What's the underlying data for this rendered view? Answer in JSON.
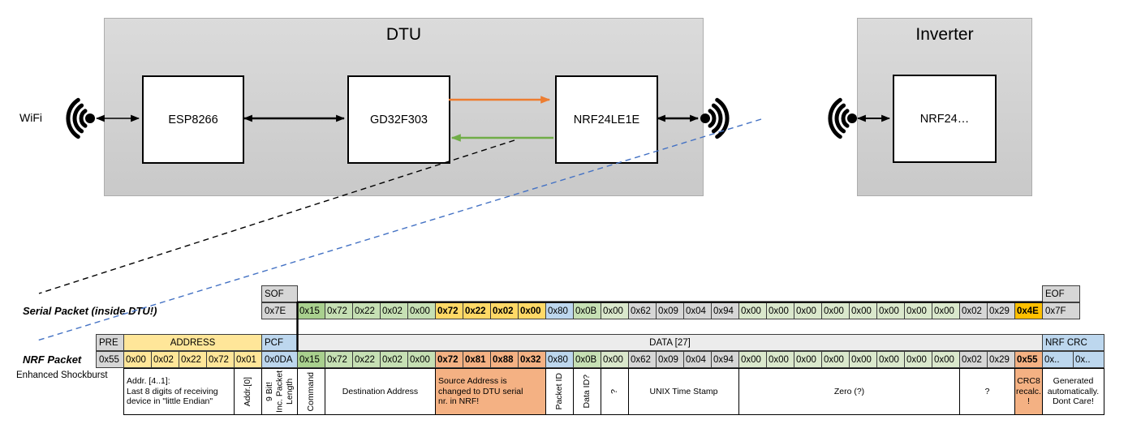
{
  "palette": {
    "gray_cell": "#D6D6D6",
    "banner": "#ECECEC",
    "green_dark": "#A9D08E",
    "green_mid": "#C6E0B4",
    "green_pale": "#DAE8CC",
    "yellow": "#FFE699",
    "yellow_bold": "#FFD966",
    "gold": "#FFC000",
    "blue": "#BDD7EE",
    "salmon": "#F4B183",
    "orange_arrow": "#ED7D31",
    "green_arrow": "#70AD47",
    "blue_dash": "#4472C4"
  },
  "diagram": {
    "wifi_label": "WiFi",
    "dtu": {
      "title": "DTU",
      "components": [
        {
          "label": "ESP8266"
        },
        {
          "label": "GD32F303"
        },
        {
          "label": "NRF24LE1E"
        }
      ]
    },
    "inverter": {
      "title": "Inverter",
      "components": [
        {
          "label": "NRF24…"
        }
      ]
    }
  },
  "serial_packet": {
    "label": "Serial Packet (inside DTU!)",
    "sof": {
      "header": "SOF",
      "value": "0x7E"
    },
    "eof": {
      "header": "EOF",
      "value": "0x7F"
    },
    "bytes": [
      {
        "value": "0x15",
        "c": "green_dark"
      },
      {
        "value": "0x72",
        "c": "green_mid"
      },
      {
        "value": "0x22",
        "c": "green_mid"
      },
      {
        "value": "0x02",
        "c": "green_mid"
      },
      {
        "value": "0x00",
        "c": "green_mid"
      },
      {
        "value": "0x72",
        "c": "yellow_bold",
        "bold": true
      },
      {
        "value": "0x22",
        "c": "yellow_bold",
        "bold": true
      },
      {
        "value": "0x02",
        "c": "yellow_bold",
        "bold": true
      },
      {
        "value": "0x00",
        "c": "yellow_bold",
        "bold": true
      },
      {
        "value": "0x80",
        "c": "blue"
      },
      {
        "value": "0x0B",
        "c": "green_mid"
      },
      {
        "value": "0x00",
        "c": "green_pale"
      },
      {
        "value": "0x62",
        "c": "gray_cell"
      },
      {
        "value": "0x09",
        "c": "gray_cell"
      },
      {
        "value": "0x04",
        "c": "gray_cell"
      },
      {
        "value": "0x94",
        "c": "gray_cell"
      },
      {
        "value": "0x00",
        "c": "green_pale"
      },
      {
        "value": "0x00",
        "c": "green_pale"
      },
      {
        "value": "0x00",
        "c": "green_pale"
      },
      {
        "value": "0x00",
        "c": "green_pale"
      },
      {
        "value": "0x00",
        "c": "green_pale"
      },
      {
        "value": "0x00",
        "c": "green_pale"
      },
      {
        "value": "0x00",
        "c": "green_pale"
      },
      {
        "value": "0x00",
        "c": "green_pale"
      },
      {
        "value": "0x02",
        "c": "gray_cell"
      },
      {
        "value": "0x29",
        "c": "gray_cell"
      },
      {
        "value": "0x4E",
        "c": "gold",
        "bold": true
      }
    ]
  },
  "nrf_packet": {
    "label": "NRF Packet",
    "sublabel": "Enhanced Shockburst",
    "headers": {
      "pre": "PRE",
      "address": "ADDRESS",
      "pcf": "PCF",
      "data": "DATA [27]",
      "crc": "NRF CRC"
    },
    "pre": {
      "value": "0x55",
      "c": "gray_cell"
    },
    "address": [
      {
        "value": "0x00",
        "c": "yellow"
      },
      {
        "value": "0x02",
        "c": "yellow"
      },
      {
        "value": "0x22",
        "c": "yellow"
      },
      {
        "value": "0x72",
        "c": "yellow"
      },
      {
        "value": "0x01",
        "c": "yellow"
      }
    ],
    "pcf": {
      "value": "0x0DA",
      "c": "blue"
    },
    "bytes": [
      {
        "value": "0x15",
        "c": "green_dark"
      },
      {
        "value": "0x72",
        "c": "green_mid"
      },
      {
        "value": "0x22",
        "c": "green_mid"
      },
      {
        "value": "0x02",
        "c": "green_mid"
      },
      {
        "value": "0x00",
        "c": "green_mid"
      },
      {
        "value": "0x72",
        "c": "salmon",
        "bold": true
      },
      {
        "value": "0x81",
        "c": "salmon",
        "bold": true
      },
      {
        "value": "0x88",
        "c": "salmon",
        "bold": true
      },
      {
        "value": "0x32",
        "c": "salmon",
        "bold": true
      },
      {
        "value": "0x80",
        "c": "blue"
      },
      {
        "value": "0x0B",
        "c": "green_mid"
      },
      {
        "value": "0x00",
        "c": "green_pale"
      },
      {
        "value": "0x62",
        "c": "gray_cell"
      },
      {
        "value": "0x09",
        "c": "gray_cell"
      },
      {
        "value": "0x04",
        "c": "gray_cell"
      },
      {
        "value": "0x94",
        "c": "gray_cell"
      },
      {
        "value": "0x00",
        "c": "green_pale"
      },
      {
        "value": "0x00",
        "c": "green_pale"
      },
      {
        "value": "0x00",
        "c": "green_pale"
      },
      {
        "value": "0x00",
        "c": "green_pale"
      },
      {
        "value": "0x00",
        "c": "green_pale"
      },
      {
        "value": "0x00",
        "c": "green_pale"
      },
      {
        "value": "0x00",
        "c": "green_pale"
      },
      {
        "value": "0x00",
        "c": "green_pale"
      },
      {
        "value": "0x02",
        "c": "gray_cell"
      },
      {
        "value": "0x29",
        "c": "gray_cell"
      },
      {
        "value": "0x55",
        "c": "salmon",
        "bold": true
      }
    ],
    "crc": [
      {
        "value": "0x..",
        "c": "blue"
      },
      {
        "value": "0x..",
        "c": "blue"
      }
    ]
  },
  "annotations": [
    {
      "area": "addr",
      "from": 0,
      "to": 3,
      "text": "Addr. [4..1]:\nLast 8 digits of receiving\ndevice in \"little Endian\"",
      "vertical": false,
      "bg": "white",
      "align": "left"
    },
    {
      "area": "addr",
      "from": 4,
      "to": 4,
      "text": "Addr.[0]",
      "vertical": true,
      "bg": "white"
    },
    {
      "area": "pcf",
      "from": 0,
      "to": 0,
      "text": "9 Bit!\nInc. Packet\nLength",
      "vertical": true,
      "bg": "white"
    },
    {
      "area": "data",
      "from": 0,
      "to": 0,
      "text": "Command",
      "vertical": true,
      "bg": "white"
    },
    {
      "area": "data",
      "from": 1,
      "to": 4,
      "text": "Destination Address",
      "vertical": false,
      "bg": "white"
    },
    {
      "area": "data",
      "from": 5,
      "to": 8,
      "text": "Source Address is\nchanged to DTU serial\nnr. in NRF!",
      "vertical": false,
      "bg": "salmon",
      "align": "left"
    },
    {
      "area": "data",
      "from": 9,
      "to": 9,
      "text": "Packet ID",
      "vertical": true,
      "bg": "white"
    },
    {
      "area": "data",
      "from": 10,
      "to": 10,
      "text": "Data ID?",
      "vertical": true,
      "bg": "white"
    },
    {
      "area": "data",
      "from": 11,
      "to": 11,
      "text": "?",
      "vertical": true,
      "bg": "white"
    },
    {
      "area": "data",
      "from": 12,
      "to": 15,
      "text": "UNIX Time Stamp",
      "vertical": false,
      "bg": "white"
    },
    {
      "area": "data",
      "from": 16,
      "to": 23,
      "text": "Zero (?)",
      "vertical": false,
      "bg": "white"
    },
    {
      "area": "data",
      "from": 24,
      "to": 25,
      "text": "?",
      "vertical": false,
      "bg": "white"
    },
    {
      "area": "data",
      "from": 26,
      "to": 26,
      "text": "CRC8\nrecalc.\n!",
      "vertical": false,
      "bg": "salmon"
    },
    {
      "area": "crc",
      "from": 0,
      "to": 1,
      "text": "Generated\nautomatically.\nDont Care!",
      "vertical": false,
      "bg": "white"
    }
  ]
}
